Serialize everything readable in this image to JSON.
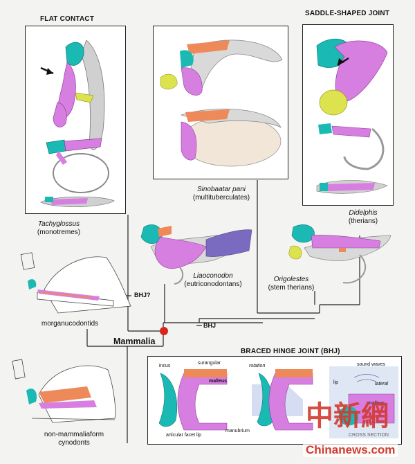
{
  "headers": {
    "flat_contact": "FLAT CONTACT",
    "saddle_joint": "SADDLE-SHAPED JOINT",
    "bhj_panel": "BRACED HINGE JOINT (BHJ)"
  },
  "taxa": {
    "tachyglossus": {
      "name": "Tachyglossus",
      "group": "(monotremes)"
    },
    "sinobaatar": {
      "name": "Sinobaatar pani",
      "group": "(multituberculates)"
    },
    "didelphis": {
      "name": "Didelphis",
      "group": "(therians)"
    },
    "liaoconodon": {
      "name": "Liaoconodon",
      "group": "(eutriconodontans)"
    },
    "origolestes": {
      "name": "Origolestes",
      "group": "(stem therians)"
    },
    "morganucodontids": "morganucodontids",
    "cynodonts_line1": "non-mammaliaform",
    "cynodonts_line2": "cynodonts"
  },
  "tree": {
    "mammalia": "Mammalia",
    "bhj_q": "BHJ?",
    "bhj": "BHJ",
    "node_color": "#d9251c"
  },
  "bhj_labels": {
    "incus": "incus",
    "surangular": "surangular",
    "malleus": "malleus",
    "rotation": "rotation",
    "sound_waves": "sound waves",
    "lip": "lip",
    "lateral": "lateral",
    "malleus2": "malleus",
    "articular_facet_lip": "articular facet lip",
    "manubrium": "manubrium",
    "cross_section": "CROSS SECTION"
  },
  "colors": {
    "incus": "#1bb9b4",
    "malleus": "#d77fe0",
    "surangular": "#ee8a5a",
    "stapes": "#dde34f",
    "ectotympanic": "#bdbdbd",
    "dentary": "#7a6bc0"
  },
  "watermark": {
    "chinese": "中新網",
    "site": "Chinanews.com"
  }
}
